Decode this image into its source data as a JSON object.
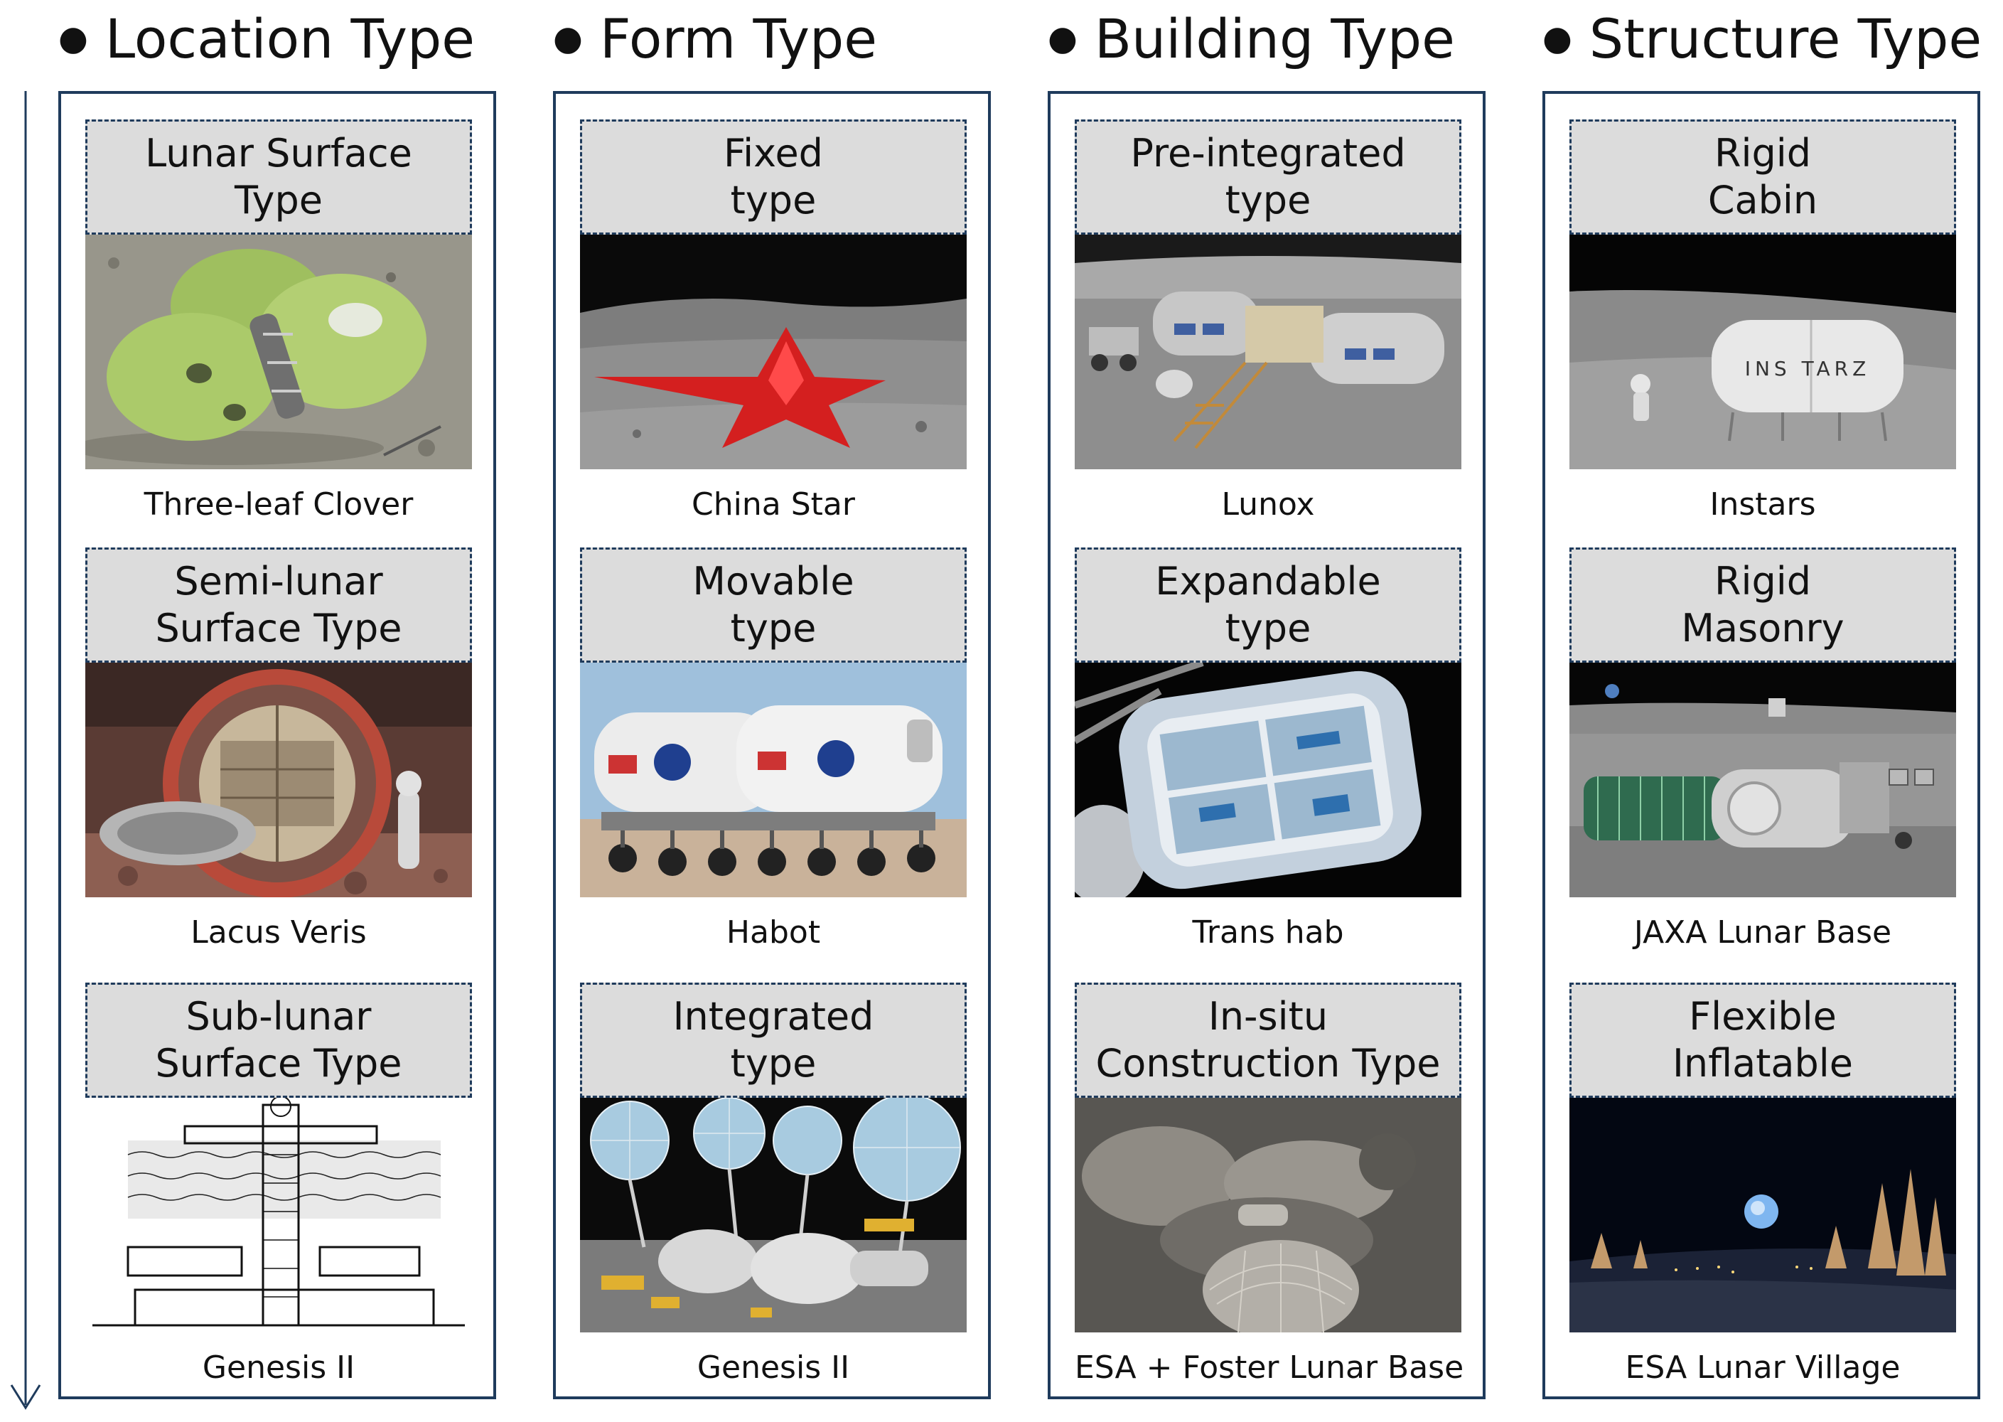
{
  "columns": [
    {
      "heading": "Location Type",
      "items": [
        {
          "label": "Lunar Surface\nType",
          "caption": "Three-leaf Clover"
        },
        {
          "label": "Semi-lunar\nSurface Type",
          "caption": "Lacus Veris"
        },
        {
          "label": "Sub-lunar\nSurface Type",
          "caption": "Genesis II"
        }
      ]
    },
    {
      "heading": "Form Type",
      "items": [
        {
          "label": "Fixed\ntype",
          "caption": "China Star"
        },
        {
          "label": "Movable\ntype",
          "caption": "Habot"
        },
        {
          "label": "Integrated\ntype",
          "caption": "Genesis II"
        }
      ]
    },
    {
      "heading": "Building Type",
      "items": [
        {
          "label": "Pre-integrated\ntype",
          "caption": "Lunox"
        },
        {
          "label": "Expandable\ntype",
          "caption": "Trans hab"
        },
        {
          "label": "In-situ\nConstruction Type",
          "caption": "ESA + Foster Lunar Base"
        }
      ]
    },
    {
      "heading": "Structure Type",
      "items": [
        {
          "label": "Rigid\nCabin",
          "caption": "Instars",
          "image_text": "INS TARZ"
        },
        {
          "label": "Rigid\nMasonry",
          "caption": "JAXA Lunar Base"
        },
        {
          "label": "Flexible\nInflatable",
          "caption": "ESA Lunar Village"
        }
      ]
    }
  ],
  "colors": {
    "frame_border": "#1f3b5c",
    "label_background": "#dcdcdc",
    "arrow": "#1f3b5c"
  }
}
